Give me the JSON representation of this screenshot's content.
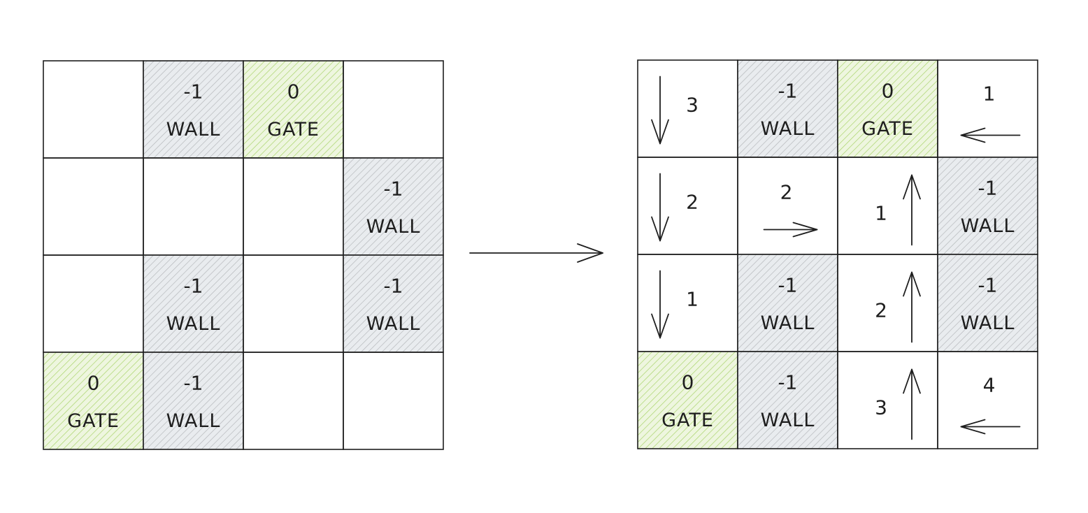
{
  "colors": {
    "wall_fill": "#e9ecef",
    "wall_hatch": "#b5b8bb",
    "gate_fill": "#eef6df",
    "gate_hatch": "#a9d36b",
    "stroke": "#1e1e1e"
  },
  "labels": {
    "wall": "WALL",
    "gate": "GATE"
  },
  "before_grid": {
    "rows": [
      [
        {
          "type": "empty"
        },
        {
          "type": "wall",
          "value": "-1"
        },
        {
          "type": "gate",
          "value": "0"
        },
        {
          "type": "empty"
        }
      ],
      [
        {
          "type": "empty"
        },
        {
          "type": "empty"
        },
        {
          "type": "empty"
        },
        {
          "type": "wall",
          "value": "-1"
        }
      ],
      [
        {
          "type": "empty"
        },
        {
          "type": "wall",
          "value": "-1"
        },
        {
          "type": "empty"
        },
        {
          "type": "wall",
          "value": "-1"
        }
      ],
      [
        {
          "type": "gate",
          "value": "0"
        },
        {
          "type": "wall",
          "value": "-1"
        },
        {
          "type": "empty"
        },
        {
          "type": "empty"
        }
      ]
    ]
  },
  "after_grid": {
    "rows": [
      [
        {
          "type": "room",
          "value": "3",
          "arrow": "down"
        },
        {
          "type": "wall",
          "value": "-1"
        },
        {
          "type": "gate",
          "value": "0"
        },
        {
          "type": "room",
          "value": "1",
          "arrow": "left"
        }
      ],
      [
        {
          "type": "room",
          "value": "2",
          "arrow": "down"
        },
        {
          "type": "room",
          "value": "2",
          "arrow": "right"
        },
        {
          "type": "room",
          "value": "1",
          "arrow": "up"
        },
        {
          "type": "wall",
          "value": "-1"
        }
      ],
      [
        {
          "type": "room",
          "value": "1",
          "arrow": "down"
        },
        {
          "type": "wall",
          "value": "-1"
        },
        {
          "type": "room",
          "value": "2",
          "arrow": "up"
        },
        {
          "type": "wall",
          "value": "-1"
        }
      ],
      [
        {
          "type": "gate",
          "value": "0"
        },
        {
          "type": "wall",
          "value": "-1"
        },
        {
          "type": "room",
          "value": "3",
          "arrow": "up"
        },
        {
          "type": "room",
          "value": "4",
          "arrow": "left"
        }
      ]
    ]
  }
}
